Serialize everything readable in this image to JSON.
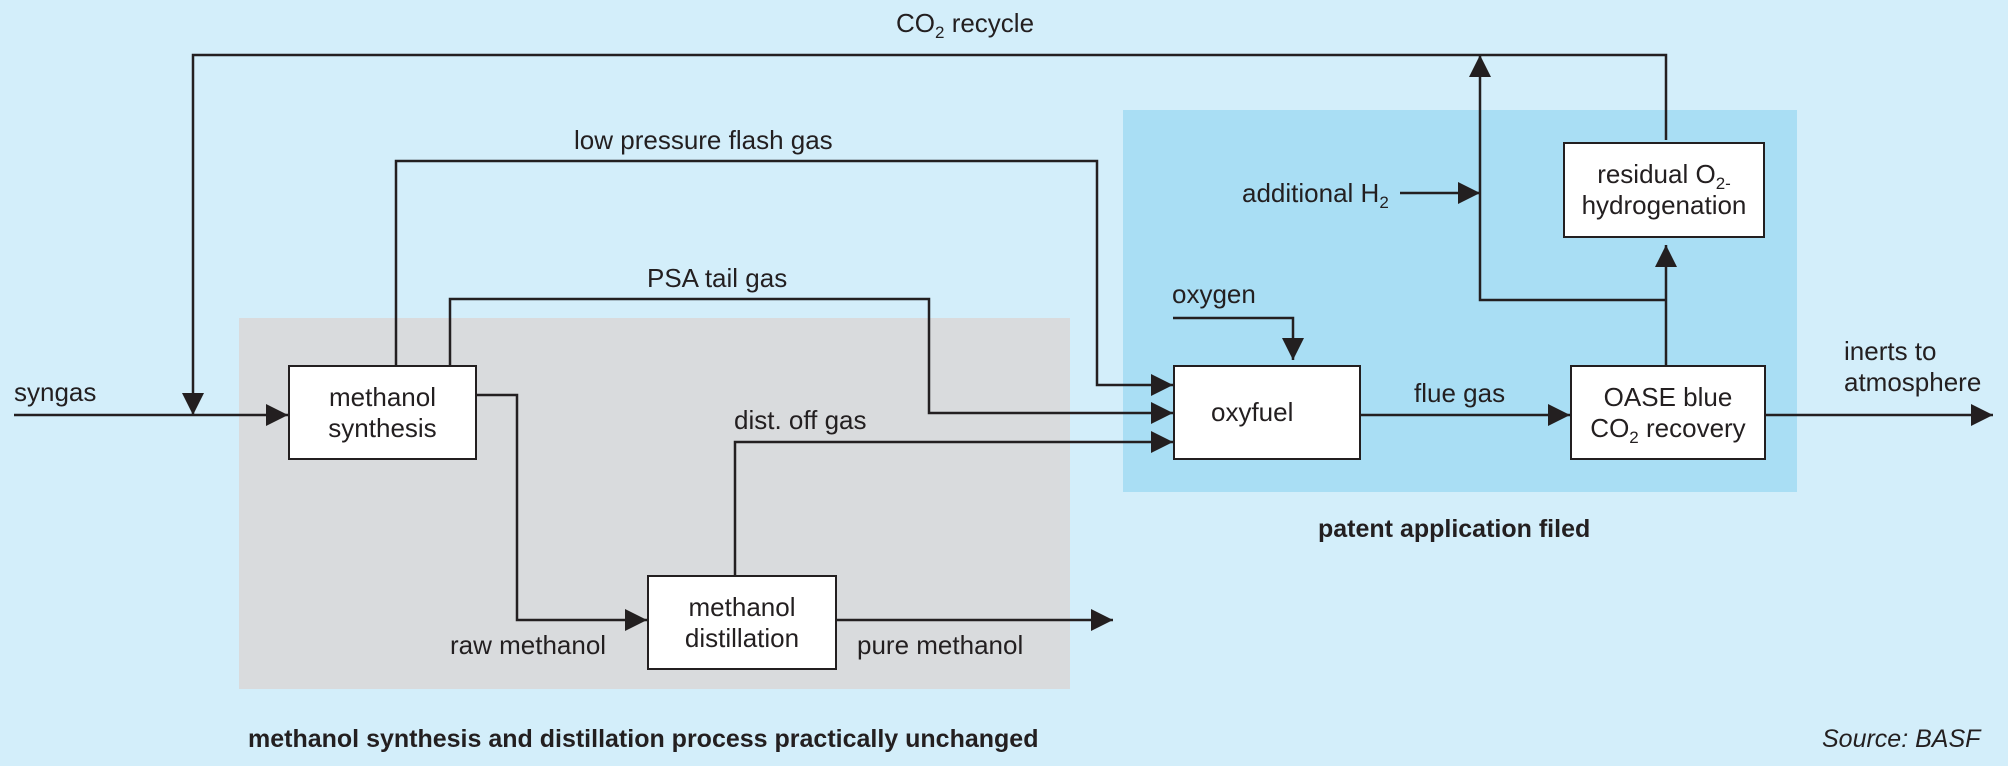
{
  "nodes": {
    "methanol_synthesis": {
      "line1": "methanol",
      "line2": "synthesis"
    },
    "methanol_distillation": {
      "line1": "methanol",
      "line2": "distillation"
    },
    "oxyfuel": {
      "line1": "oxyfuel"
    },
    "oase": {
      "line1": "OASE blue",
      "line2_main": "CO",
      "line2_sub": "2",
      "line2_rest": " recovery"
    },
    "residual": {
      "line1_main": "residual O",
      "line1_sub": "2-",
      "line2": "hydrogenation"
    }
  },
  "edges": {
    "co2_recycle": {
      "main": "CO",
      "sub": "2",
      "rest": " recycle"
    },
    "low_pressure_flash_gas": "low pressure flash gas",
    "psa_tail_gas": "PSA tail gas",
    "dist_off_gas": "dist. off gas",
    "syngas": "syngas",
    "raw_methanol": "raw methanol",
    "pure_methanol": "pure methanol",
    "flue_gas": "flue gas",
    "oxygen": "oxygen",
    "additional_h2": {
      "main": "additional H",
      "sub": "2"
    },
    "inerts": {
      "line1": "inerts to",
      "line2": "atmosphere"
    }
  },
  "regions": {
    "gray_caption": "methanol synthesis and distillation process practically unchanged",
    "blue_caption": "patent application filed"
  },
  "source": "Source: BASF",
  "colors": {
    "background": "#d3eefa",
    "gray_region": "#d9dbdd",
    "blue_region": "#a9def4",
    "line": "#231f20"
  }
}
